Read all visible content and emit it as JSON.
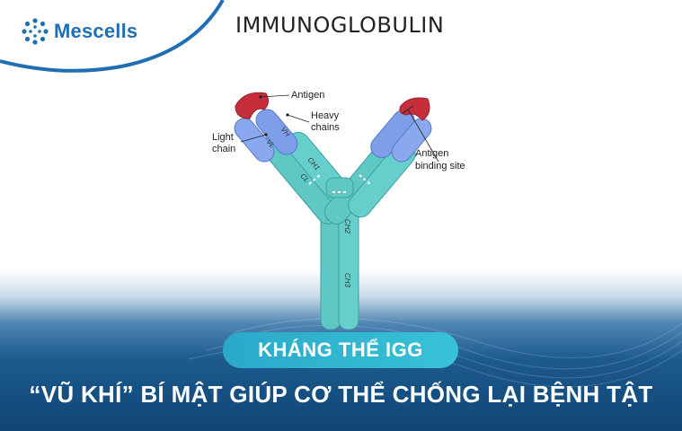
{
  "brand": {
    "name": "Mescells",
    "logo_icon": "dots-circle-logo-icon",
    "color": "#1f6fb2"
  },
  "title": "IMMUNOGLOBULIN",
  "diagram": {
    "labels": {
      "antigen": "Antigen",
      "heavy_chains_1": "Heavy",
      "heavy_chains_2": "chains",
      "light_chain_1": "Light",
      "light_chain_2": "chain",
      "binding_site_1": "Antigen",
      "binding_site_2": "binding site"
    },
    "domain_labels": {
      "vh": "VH",
      "vl": "VL",
      "ch1": "CH1",
      "cl": "CL",
      "ch2": "CH2",
      "ch3": "CH3"
    },
    "colors": {
      "antigen": "#c62f3a",
      "variable": "#7e9ee8",
      "constant": "#5fc8c4"
    }
  },
  "badge": "KHÁNG THỂ IGG",
  "tagline": "“VŨ KHÍ” BÍ MẬT GIÚP CƠ THỂ CHỐNG LẠI BỆNH TẬT"
}
